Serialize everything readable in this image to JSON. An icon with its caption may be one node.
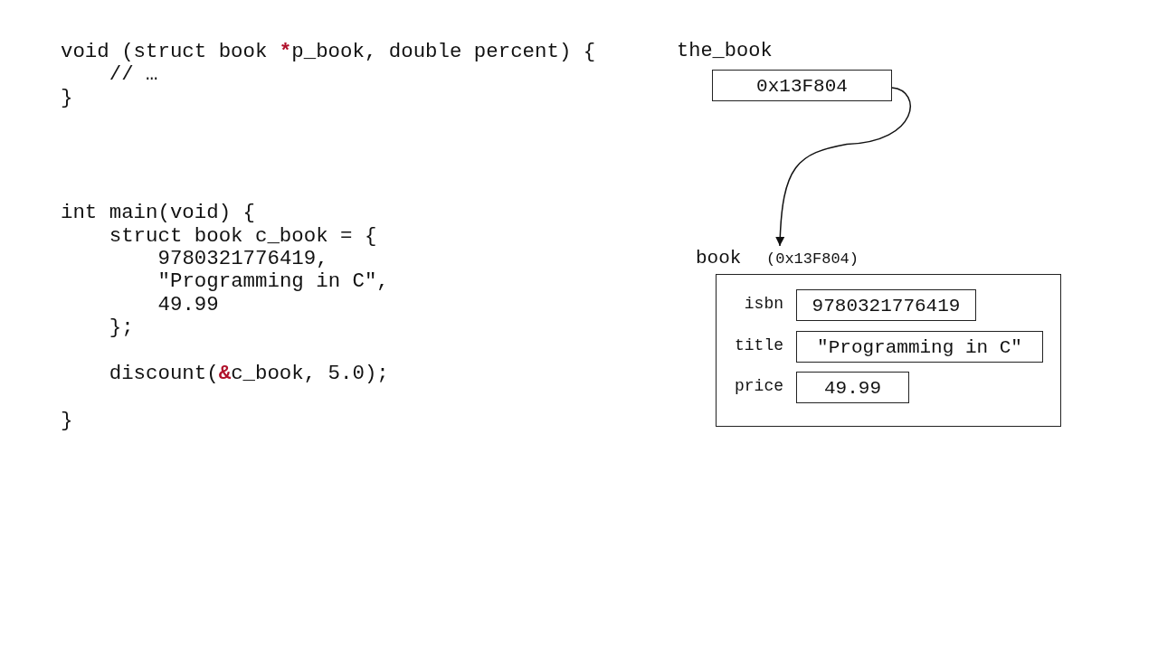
{
  "diagram": {
    "nodes": [
      {
        "text": [
          "the_book",
          "0x13F804"
        ]
      },
      {
        "text": [
          "book",
          "(0x13F804)"
        ]
      },
      {
        "text": [
          "9780321776419"
        ],
        "in": 1,
        "beside": [
          "isbn"
        ]
      },
      {
        "text": [
          "\"Programming in C\""
        ],
        "in": 1,
        "beside": [
          "title"
        ]
      },
      {
        "text": [
          "49.99"
        ],
        "in": 1,
        "beside": [
          "price"
        ]
      }
    ],
    "edges": [
      {
        "from": 0,
        "to": 1,
        "arrow": "to"
      }
    ],
    "labels": [
      "void (struct book",
      "*",
      "p_book, double percent) {",
      "// …",
      "}",
      "int main(void) {",
      "struct book c_book = {",
      "9780321776419,",
      "\"Programming in C\",",
      "49.99",
      "};",
      "discount(",
      "&",
      "c_book, 5.0);",
      "}"
    ]
  }
}
